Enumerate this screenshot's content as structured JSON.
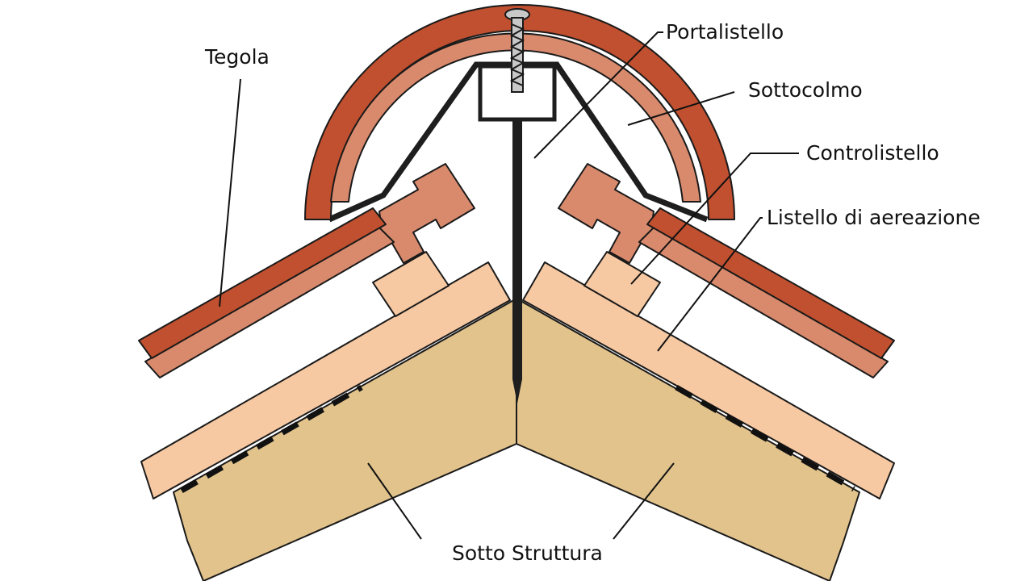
{
  "labels": {
    "tegola": "Tegola",
    "portalistello": "Portalistello",
    "sottocolmo": "Sottocolmo",
    "controlistello": "Controlistello",
    "listello_aereazione": "Listello di aereazione",
    "sotto_struttura": "Sotto Struttura"
  },
  "colors": {
    "tile_red": "#c0502f",
    "tile_light": "#d98a6c",
    "batten": "#f7c9a3",
    "structure": "#e2c38c",
    "metal": "#1e1e1e",
    "screw": "#c8c8c8"
  }
}
